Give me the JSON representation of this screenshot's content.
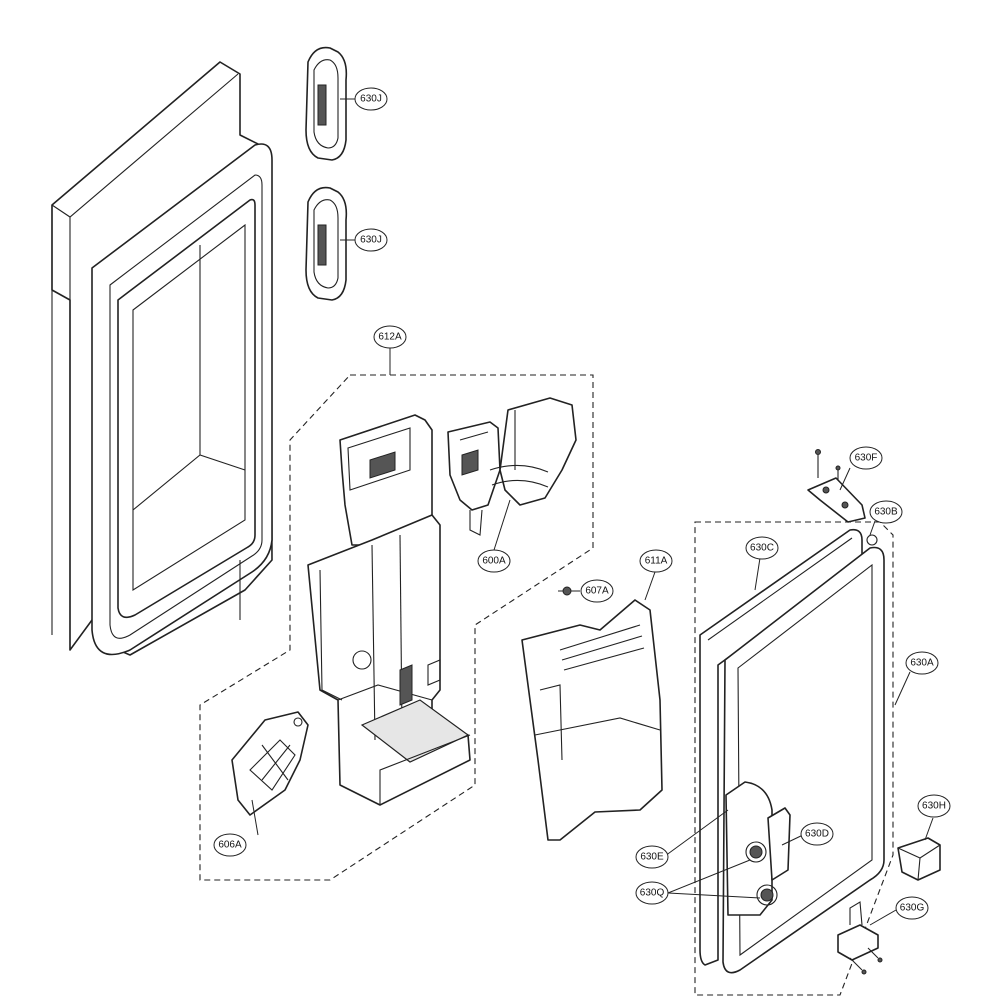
{
  "diagram": {
    "callouts": [
      {
        "id": "c-630j-top",
        "label": "630J"
      },
      {
        "id": "c-630j-bottom",
        "label": "630J"
      },
      {
        "id": "c-612a",
        "label": "612A"
      },
      {
        "id": "c-600a",
        "label": "600A"
      },
      {
        "id": "c-607a",
        "label": "607A"
      },
      {
        "id": "c-611a",
        "label": "611A"
      },
      {
        "id": "c-606a",
        "label": "606A"
      },
      {
        "id": "c-630f",
        "label": "630F"
      },
      {
        "id": "c-630b",
        "label": "630B"
      },
      {
        "id": "c-630c",
        "label": "630C"
      },
      {
        "id": "c-630a",
        "label": "630A"
      },
      {
        "id": "c-630h",
        "label": "630H"
      },
      {
        "id": "c-630d",
        "label": "630D"
      },
      {
        "id": "c-630e",
        "label": "630E"
      },
      {
        "id": "c-630q",
        "label": "630Q"
      },
      {
        "id": "c-630g",
        "label": "630G"
      }
    ]
  }
}
